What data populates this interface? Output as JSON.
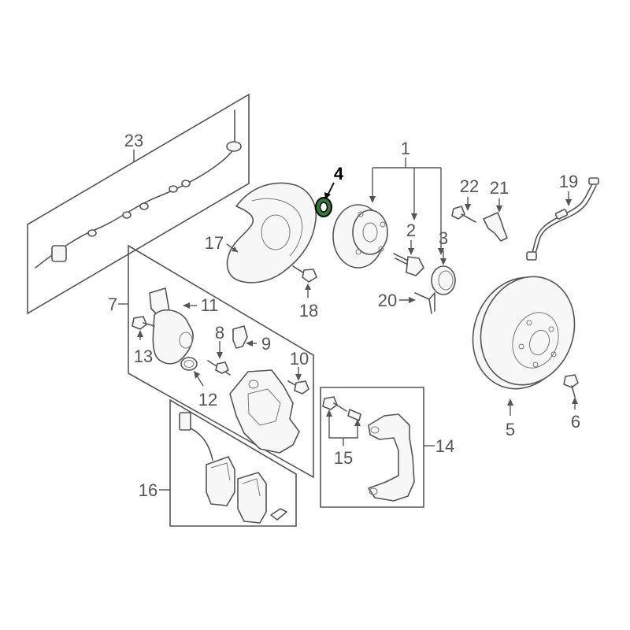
{
  "callouts": {
    "c1": "1",
    "c2": "2",
    "c3": "3",
    "c4": "4",
    "c5": "5",
    "c6": "6",
    "c7": "7",
    "c8": "8",
    "c9": "9",
    "c10": "10",
    "c11": "11",
    "c12": "12",
    "c13": "13",
    "c14": "14",
    "c15": "15",
    "c16": "16",
    "c17": "17",
    "c18": "18",
    "c19": "19",
    "c20": "20",
    "c21": "21",
    "c22": "22",
    "c23": "23"
  },
  "highlight": {
    "part": "4",
    "color": "#2e7d32"
  },
  "colors": {
    "line": "#555555",
    "background": "#ffffff"
  }
}
